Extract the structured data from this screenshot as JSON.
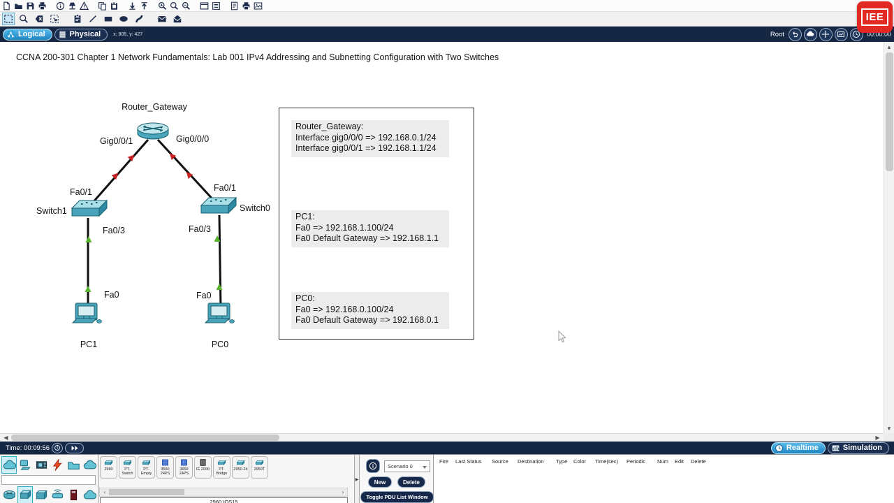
{
  "toolbar_main": {
    "groups": [
      [
        {
          "name": "new-file",
          "glyph": "i-file"
        },
        {
          "name": "open-file",
          "glyph": "i-folder"
        },
        {
          "name": "save",
          "glyph": "i-floppy"
        },
        {
          "name": "print",
          "glyph": "i-printer"
        }
      ],
      [
        {
          "name": "info",
          "glyph": "i-info"
        },
        {
          "name": "activity-wizard",
          "glyph": "i-wizard"
        },
        {
          "name": "warning",
          "glyph": "i-warning"
        }
      ],
      [
        {
          "name": "copy",
          "glyph": "i-copy"
        },
        {
          "name": "paste",
          "glyph": "i-paste"
        }
      ],
      [
        {
          "name": "undo",
          "glyph": "i-arrow-down"
        },
        {
          "name": "redo",
          "glyph": "i-arrow-up"
        }
      ],
      [
        {
          "name": "zoom-in",
          "glyph": "i-zoom-in"
        },
        {
          "name": "zoom-reset",
          "glyph": "i-zoom"
        },
        {
          "name": "zoom-out",
          "glyph": "i-zoom-out"
        }
      ],
      [
        {
          "name": "new-window",
          "glyph": "i-window"
        },
        {
          "name": "custom-devices",
          "glyph": "i-list"
        }
      ],
      [
        {
          "name": "notes",
          "glyph": "i-note"
        },
        {
          "name": "network-printer",
          "glyph": "i-printer"
        },
        {
          "name": "image-capture",
          "glyph": "i-image"
        }
      ]
    ]
  },
  "toolbar_tools": {
    "items": [
      {
        "name": "select",
        "glyph": "i-select",
        "selected": true
      },
      {
        "name": "inspect",
        "glyph": "i-zoom"
      },
      {
        "name": "delete",
        "glyph": "i-delete"
      },
      {
        "name": "resize-shape",
        "glyph": "i-select2"
      },
      {
        "name": "place-note",
        "glyph": "i-clipboard"
      },
      {
        "name": "draw-line",
        "glyph": "i-line"
      },
      {
        "name": "draw-rectangle",
        "glyph": "i-rect"
      },
      {
        "name": "draw-ellipse",
        "glyph": "i-ellipse"
      },
      {
        "name": "draw-freeform",
        "glyph": "i-pen"
      },
      {
        "name": "add-simple-pdu",
        "glyph": "i-mail"
      },
      {
        "name": "add-complex-pdu",
        "glyph": "i-mail-open"
      }
    ]
  },
  "viewbar": {
    "logical_tab": "Logical",
    "physical_tab": "Physical",
    "coords": "x: 805, y: 427",
    "root_label": "Root",
    "clock": "00:00:00"
  },
  "logo": {
    "text": "IEE"
  },
  "canvas": {
    "title": "CCNA 200-301 Chapter 1 Network Fundamentals: Lab 001 IPv4 Addressing and Subnetting Configuration with Two Switches",
    "nodes": {
      "router": {
        "name": "Router_Gateway"
      },
      "switch1": {
        "name": "Switch1"
      },
      "switch0": {
        "name": "Switch0"
      },
      "pc1": {
        "name": "PC1"
      },
      "pc0": {
        "name": "PC0"
      }
    },
    "port_labels": {
      "router_left": "Gig0/0/1",
      "router_right": "Gig0/0/0",
      "switch1_uplink": "Fa0/1",
      "switch0_uplink": "Fa0/1",
      "switch1_downlink": "Fa0/3",
      "switch0_downlink": "Fa0/3",
      "pc1_port": "Fa0",
      "pc0_port": "Fa0"
    },
    "info_box": {
      "router_block": "Router_Gateway:\nInterface gig0/0/0 => 192.168.0.1/24\nInterface gig0/0/1 => 192.168.1.1/24",
      "pc1_block": "PC1:\nFa0 => 192.168.1.100/24\nFa0 Default Gateway => 192.168.1.1",
      "pc0_block": "PC0:\nFa0 => 192.168.0.100/24\nFa0 Default Gateway => 192.168.0.1"
    }
  },
  "timebar": {
    "time_label": "Time: 00:09:56",
    "realtime_tab": "Realtime",
    "simulation_tab": "Simulation"
  },
  "device_palette": {
    "category_rows": [
      [
        {
          "name": "network-devices",
          "glyph": "i-cloud",
          "selected": true
        },
        {
          "name": "end-devices",
          "glyph": "i-pc"
        },
        {
          "name": "components",
          "glyph": "i-chip"
        },
        {
          "name": "connections",
          "glyph": "i-bolt"
        },
        {
          "name": "miscellaneous",
          "glyph": "i-folder-cyan"
        },
        {
          "name": "multiuser",
          "glyph": "i-cloud"
        }
      ],
      [
        {
          "name": "routers",
          "glyph": "i-router3d"
        },
        {
          "name": "switches",
          "glyph": "i-switch3d",
          "selected": true
        },
        {
          "name": "hubs",
          "glyph": "i-hub3d"
        },
        {
          "name": "wireless-devices",
          "glyph": "i-wireless"
        },
        {
          "name": "security",
          "glyph": "i-security"
        },
        {
          "name": "wan-emulation",
          "glyph": "i-cloud"
        }
      ]
    ],
    "models": [
      {
        "label": "2960",
        "glyph": "i-slab"
      },
      {
        "label": "PT-Switch",
        "glyph": "i-slab"
      },
      {
        "label": "PT-Empty",
        "glyph": "i-slab"
      },
      {
        "label": "3560\n24PS",
        "glyph": "i-pixsq"
      },
      {
        "label": "3650\n24PS",
        "glyph": "i-pixsq"
      },
      {
        "label": "IE 2000",
        "glyph": "i-darkgrid"
      },
      {
        "label": "PT-Bridge",
        "glyph": "i-slab"
      },
      {
        "label": "2950-24",
        "glyph": "i-slab"
      },
      {
        "label": "2950T",
        "glyph": "i-slab"
      }
    ],
    "selected_model": "2960 IOS15"
  },
  "pdu_panel": {
    "scenario_value": "Scenario 0",
    "new_label": "New",
    "delete_label": "Delete",
    "toggle_label": "Toggle PDU List Window",
    "headers": [
      "Fire",
      "Last Status",
      "Source",
      "Destination",
      "Type",
      "Color",
      "Time(sec)",
      "Periodic",
      "Num",
      "Edit",
      "Delete"
    ]
  },
  "colors": {
    "navy": "#152743",
    "accent_blue": "#2f9fd8",
    "logo_red": "#e22822",
    "device_teal": "#4aa4ba",
    "link_green": "#57b42e",
    "link_red": "#c82121"
  }
}
